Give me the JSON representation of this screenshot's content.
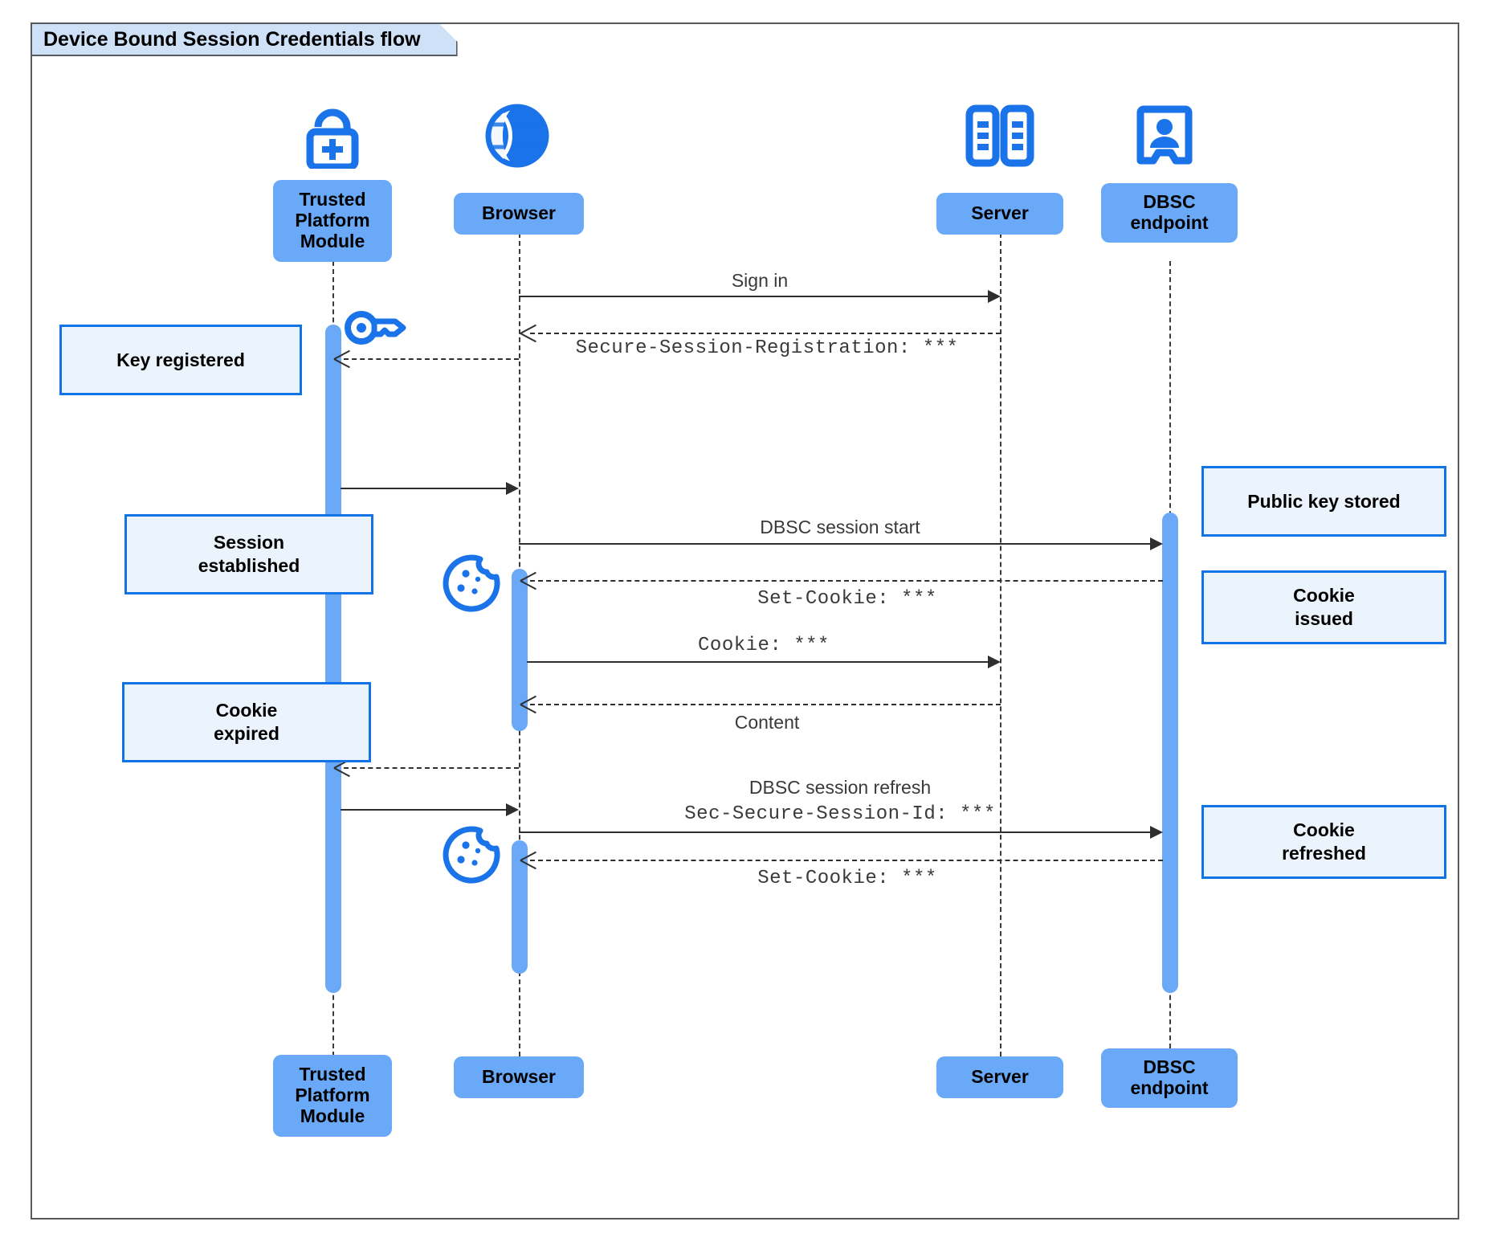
{
  "diagram": {
    "title": "Device Bound Session Credentials flow",
    "type": "uml-sequence-diagram",
    "colors": {
      "participant_fill": "#6aa9f8",
      "note_fill": "#ebf3fd",
      "note_border": "#1273e6",
      "icon_blue": "#1a73e8",
      "title_tab_fill": "#cfe1f7",
      "frame_border": "#555a5e",
      "line": "#2e2e2e"
    }
  },
  "participants": [
    {
      "id": "tpm",
      "label": "Trusted\nPlatform\nModule",
      "label_line1": "Trusted",
      "label_line2": "Platform",
      "label_line3": "Module",
      "icon": "lock-plus-icon"
    },
    {
      "id": "browser",
      "label": "Browser",
      "icon": "globe-icon"
    },
    {
      "id": "server",
      "label": "Server",
      "icon": "server-rack-icon"
    },
    {
      "id": "dbsc",
      "label": "DBSC\nendpoint",
      "label_line1": "DBSC",
      "label_line2": "endpoint",
      "icon": "id-badge-icon"
    }
  ],
  "messages": [
    {
      "id": "m1",
      "from": "browser",
      "to": "server",
      "label": "Sign in",
      "style": "solid",
      "font": "sans"
    },
    {
      "id": "m2",
      "from": "server",
      "to": "browser",
      "label": "Secure-Session-Registration: ***",
      "style": "dashed",
      "font": "mono"
    },
    {
      "id": "m3",
      "from": "browser",
      "to": "tpm",
      "label": "",
      "style": "dashed",
      "font": "mono"
    },
    {
      "id": "m4",
      "from": "tpm",
      "to": "browser",
      "label": "",
      "style": "solid",
      "font": "sans"
    },
    {
      "id": "m5",
      "from": "browser",
      "to": "dbsc",
      "label": "DBSC session start",
      "style": "solid",
      "font": "sans"
    },
    {
      "id": "m6",
      "from": "dbsc",
      "to": "browser",
      "label": "Set-Cookie: ***",
      "style": "dashed",
      "font": "mono"
    },
    {
      "id": "m7",
      "from": "browser",
      "to": "server",
      "label": "Cookie: ***",
      "style": "solid",
      "font": "mono"
    },
    {
      "id": "m8",
      "from": "server",
      "to": "browser",
      "label": "Content",
      "style": "dashed",
      "font": "sans"
    },
    {
      "id": "m9",
      "from": "browser",
      "to": "tpm",
      "label": "",
      "style": "dashed",
      "font": "mono"
    },
    {
      "id": "m10",
      "from": "tpm",
      "to": "browser",
      "label": "",
      "style": "solid",
      "font": "sans"
    },
    {
      "id": "m11",
      "from": "browser",
      "to": "dbsc",
      "label_line1": "DBSC session refresh",
      "label_line2": "Sec-Secure-Session-Id: ***",
      "style": "solid",
      "font": "mixed"
    },
    {
      "id": "m12",
      "from": "dbsc",
      "to": "browser",
      "label": "Set-Cookie: ***",
      "style": "dashed",
      "font": "mono"
    }
  ],
  "notes": [
    {
      "id": "n1",
      "text": "Key registered",
      "side": "left",
      "attached_to": "tpm"
    },
    {
      "id": "n2",
      "text_line1": "Session",
      "text_line2": "established",
      "side": "left",
      "attached_to": "tpm"
    },
    {
      "id": "n3",
      "text_line1": "Cookie",
      "text_line2": "expired",
      "side": "left",
      "attached_to": "tpm"
    },
    {
      "id": "n4",
      "text": "Public key stored",
      "side": "right",
      "attached_to": "dbsc"
    },
    {
      "id": "n5",
      "text_line1": "Cookie",
      "text_line2": "issued",
      "side": "right",
      "attached_to": "dbsc"
    },
    {
      "id": "n6",
      "text_line1": "Cookie",
      "text_line2": "refreshed",
      "side": "right",
      "attached_to": "dbsc"
    }
  ],
  "floating_icons": [
    {
      "id": "key1",
      "icon": "key-icon",
      "near": "tpm"
    },
    {
      "id": "cookie1",
      "icon": "cookie-icon",
      "near": "browser"
    },
    {
      "id": "cookie2",
      "icon": "cookie-icon",
      "near": "browser"
    }
  ]
}
